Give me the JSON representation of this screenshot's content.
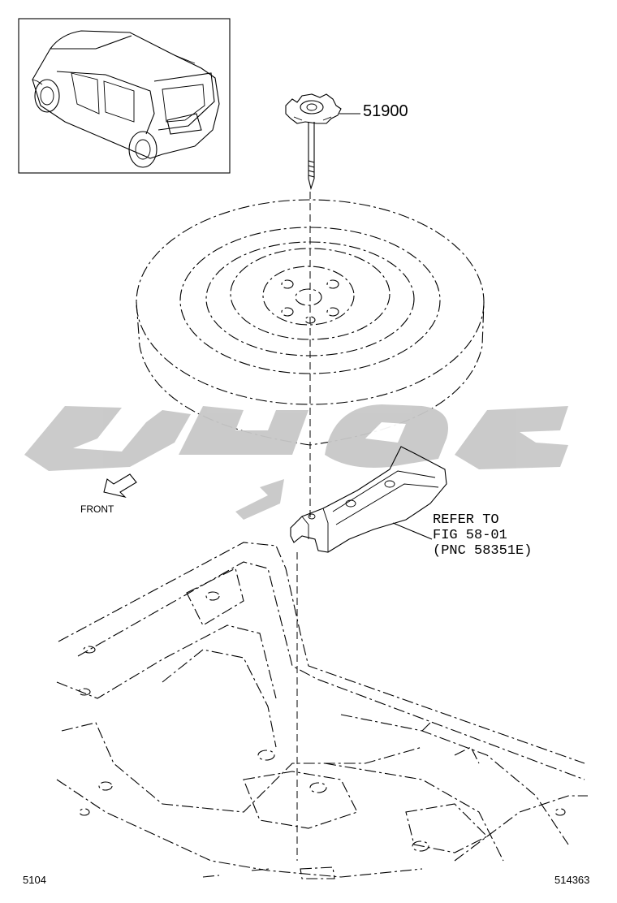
{
  "diagram": {
    "part_number": "51900",
    "front_label": "FRONT",
    "refer_note": [
      "REFER TO",
      "FIG 58-01",
      "(PNC 58351E)"
    ],
    "page_code": "5104",
    "illustration_code": "514363",
    "watermark_color": "#c8c8c8"
  }
}
